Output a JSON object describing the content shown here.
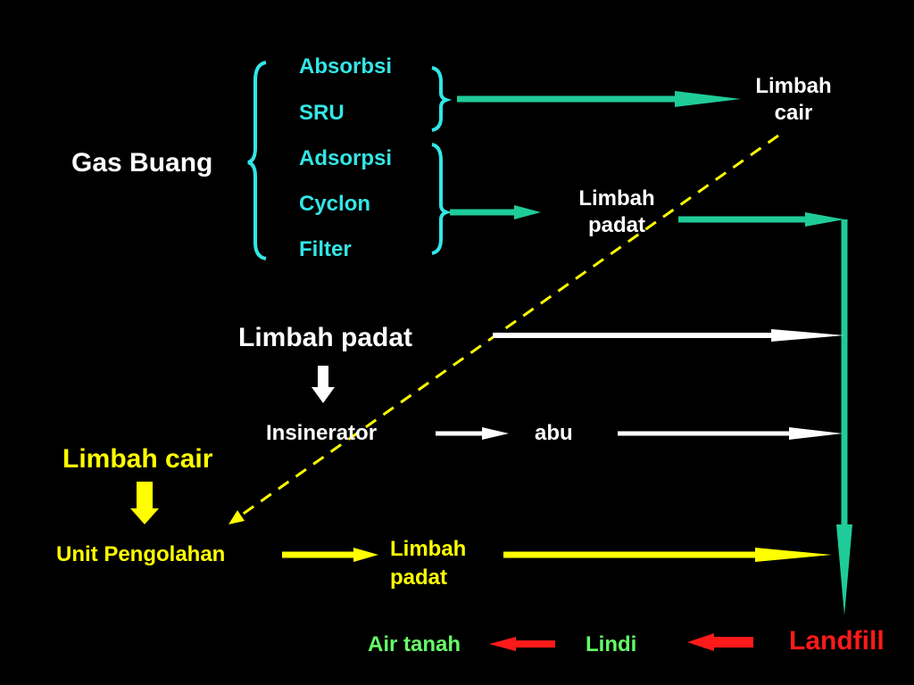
{
  "diagram": {
    "gas_buang": "Gas Buang",
    "processes": [
      "Absorbsi",
      "SRU",
      "Adsorpsi",
      "Cyclon",
      "Filter"
    ],
    "limbah_cair_top_line1": "Limbah",
    "limbah_cair_top_line2": "cair",
    "limbah_padat_top_line1": "Limbah",
    "limbah_padat_top_line2": "padat",
    "limbah_padat_mid": "Limbah padat",
    "insinerator": "Insinerator",
    "abu": "abu",
    "limbah_cair_left": "Limbah cair",
    "unit_pengolahan": "Unit Pengolahan",
    "limbah_padat_bottom_line1": "Limbah",
    "limbah_padat_bottom_line2": "padat",
    "landfill": "Landfill",
    "lindi": "Lindi",
    "air_tanah": "Air tanah"
  },
  "colors": {
    "background": "#000000",
    "teal_arrow": "#1fcc99",
    "cyan_text": "#33e6e6",
    "yellow": "#ffff00",
    "white": "#ffffff",
    "red": "#ff1a1a",
    "green_text": "#66ff66"
  }
}
